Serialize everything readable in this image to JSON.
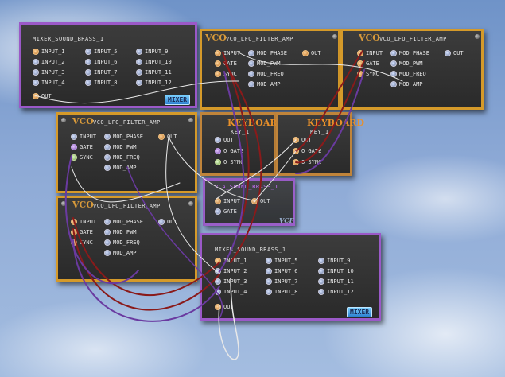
{
  "modules": {
    "mixer1": {
      "title": "MIXER_SOUND_BRASS_1",
      "inputs": [
        "INPUT_1",
        "INPUT_2",
        "INPUT_3",
        "INPUT_4",
        "INPUT_5",
        "INPUT_6",
        "INPUT_7",
        "INPUT_8",
        "INPUT_9",
        "INPUT_10",
        "INPUT_11",
        "INPUT_12"
      ],
      "out": "OUT",
      "badge": "MIXER"
    },
    "mixer2": {
      "title": "MIXER_SOUND_BRASS_1",
      "inputs": [
        "INPUT_1",
        "INPUT_2",
        "INPUT_3",
        "INPUT_4",
        "INPUT_5",
        "INPUT_6",
        "INPUT_7",
        "INPUT_8",
        "INPUT_9",
        "INPUT_10",
        "INPUT_11",
        "INPUT_12"
      ],
      "out": "OUT",
      "badge": "MIXER"
    },
    "vco": {
      "brand": "VCO",
      "title": "VCO_LFO_FILTER_AMP",
      "ports": [
        "INPUT",
        "GATE",
        "SYNC",
        "MOD_PHASE",
        "MOD_PWM",
        "MOD_FREQ",
        "MOD_AMP",
        "OUT"
      ]
    },
    "keyboard": {
      "brand": "KEYBOARD",
      "title": "KEY_1",
      "ports": [
        "OUT",
        "O_GATE",
        "O_SYNC"
      ]
    },
    "vcf": {
      "title": "VCA_SOUND_BRASS_1",
      "ports": [
        "INPUT",
        "GATE",
        "OUT"
      ],
      "badge": "VCF"
    }
  },
  "colors": {
    "mixer_border": "#9b59c8",
    "vco_border": "#d59a2a",
    "cable_red": "#8a1a1a",
    "cable_purple": "#6a3aa0",
    "cable_white": "#e8e8e8"
  }
}
